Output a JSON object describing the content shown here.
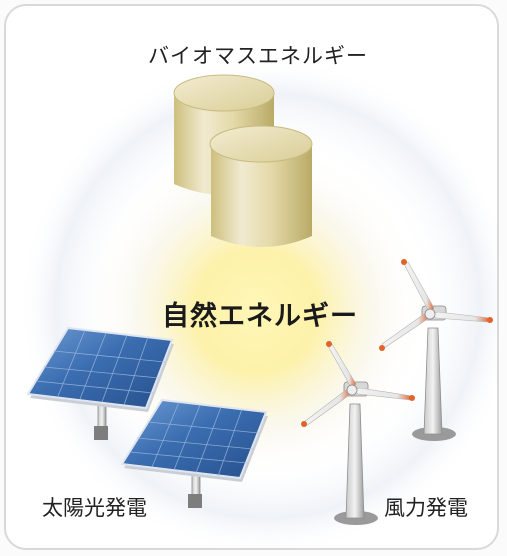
{
  "labels": {
    "biomass": "バイオマスエネルギー",
    "center": "自然エネルギー",
    "solar": "太陽光発電",
    "wind": "風力発電"
  },
  "colors": {
    "glow": "#fff3a0",
    "tank": "#e8dfae",
    "panel": "#3b6fb0",
    "turbine_tip": "#e2622b",
    "pole": "#9a9a9a",
    "frame_border": "#d9d9d9"
  },
  "icons": [
    "biomass-tank-icon",
    "solar-panel-icon",
    "wind-turbine-icon"
  ]
}
